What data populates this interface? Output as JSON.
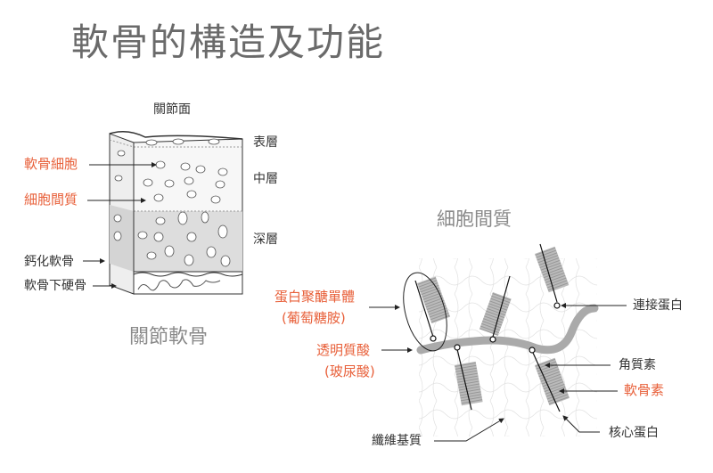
{
  "title": "軟骨的構造及功能",
  "left_diagram": {
    "caption": "關節軟骨",
    "top_label": "關節面",
    "layers": [
      "表層",
      "中層",
      "深層"
    ],
    "labels": {
      "chondrocyte": "軟骨細胞",
      "matrix": "細胞間質",
      "calcified": "鈣化軟骨",
      "subchondral": "軟骨下硬骨"
    }
  },
  "right_diagram": {
    "caption": "細胞間質",
    "labels": {
      "proteoglycan": "蛋白聚醣單體",
      "proteoglycan_sub": "(葡萄糖胺)",
      "hyaluronic": "透明質酸",
      "hyaluronic_sub": "(玻尿酸)",
      "link_protein": "連接蛋白",
      "keratan": "角質素",
      "chondroitin": "軟骨素",
      "core_protein": "核心蛋白",
      "fiber_matrix": "纖維基質"
    }
  },
  "colors": {
    "accent": "#e8603a",
    "text": "#333333",
    "caption": "#8a8a8a"
  }
}
